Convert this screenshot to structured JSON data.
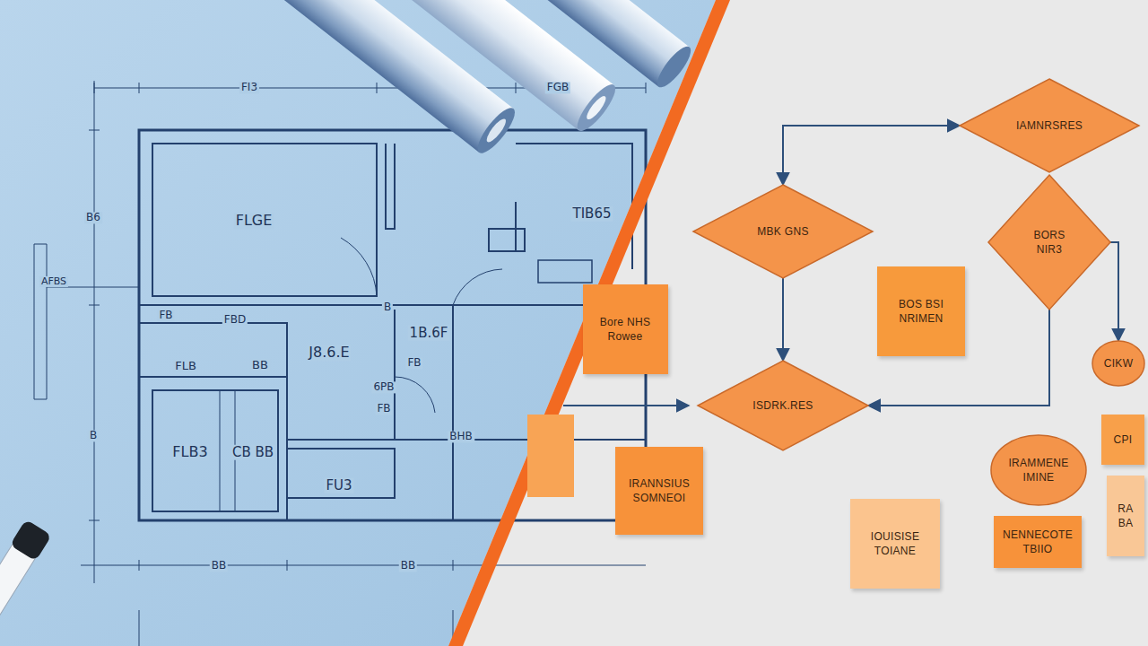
{
  "diagram": {
    "nodes": [
      {
        "text": [
          "IAMNRSRES"
        ]
      },
      {
        "text": [
          "MBK GNS"
        ]
      },
      {
        "text": [
          "BORS NIR3"
        ]
      },
      {
        "text": [
          "BOS BSI NRIMEN"
        ]
      },
      {
        "text": [
          "Bore NHS Rowee"
        ]
      },
      {
        "text": [
          "CIKW"
        ]
      },
      {
        "text": [
          "ISDRK.RES"
        ]
      },
      {
        "text": [
          "CPI"
        ]
      },
      {
        "text": [
          "IRAMMENE IMINE"
        ]
      },
      {
        "text": [
          "IRANNSIUS SOMNEOI"
        ]
      },
      {
        "text": [
          "RA BA"
        ]
      },
      {
        "text": [
          "NENNECOTE TBIIO"
        ]
      },
      {
        "text": [
          "IOUISISE TOIANE"
        ]
      }
    ],
    "edges": [
      {
        "from": 1,
        "to": 0,
        "arrow": "both"
      },
      {
        "from": 1,
        "to": 6,
        "arrow": "to"
      },
      {
        "from": 2,
        "to": 6,
        "arrow": "to"
      },
      {
        "from": 2,
        "to": 5,
        "arrow": "to"
      }
    ],
    "labels": [
      "FI3",
      "FGB",
      "B6",
      "FLGE",
      "TIB65",
      "AFBS",
      "FB",
      "FBD",
      "B",
      "FLB",
      "BB",
      "J8.6.E",
      "1B.6F",
      "FB",
      "6PB",
      "FB",
      "BHB",
      "FLB3",
      "CB BB",
      "FU3",
      "B",
      "BB",
      "BB"
    ]
  }
}
